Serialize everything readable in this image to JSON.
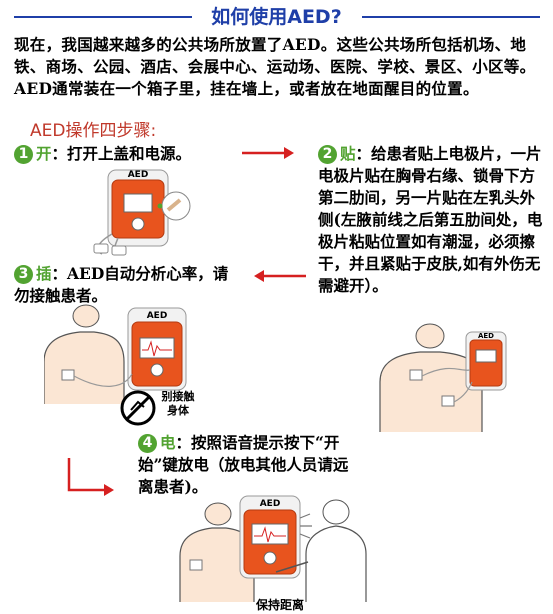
{
  "title": "如何使用AED?",
  "intro": "现在，我国越来越多的公共场所放置了AED。这些公共场所包括机场、地铁、商场、公园、酒店、会展中心、运动场、医院、学校、景区、小区等。AED通常装在一个箱子里，挂在墙上，或者放在地面醒目的位置。",
  "subtitle": "AED操作四步骤:",
  "steps": [
    {
      "num": "1",
      "keyword": "开",
      "text": "：打开上盖和电源。"
    },
    {
      "num": "2",
      "keyword": "贴",
      "text": "：给患者贴上电极片，一片电极片贴在胸骨右缘、锁骨下方第二肋间，另一片贴在左乳头外侧(左腋前线之后第五肋间处，电极片粘贴位置如有潮湿，必须擦干，并且紧贴于皮肤,如有外伤无需避开）。"
    },
    {
      "num": "3",
      "keyword": "插",
      "text": "：AED自动分析心率，请勿接触患者。"
    },
    {
      "num": "4",
      "keyword": "电",
      "text": "：按照语音提示按下“开始”键放电（放电其他人员请远离患者)。"
    }
  ],
  "device_label": "AED",
  "no_touch_label": "别接触身体",
  "keep_distance_label": "保持距离",
  "colors": {
    "title": "#1f3fa8",
    "step_number": "#52a331",
    "subtitle": "#c0392b",
    "arrow": "#d62020",
    "device": "#e8541e"
  }
}
